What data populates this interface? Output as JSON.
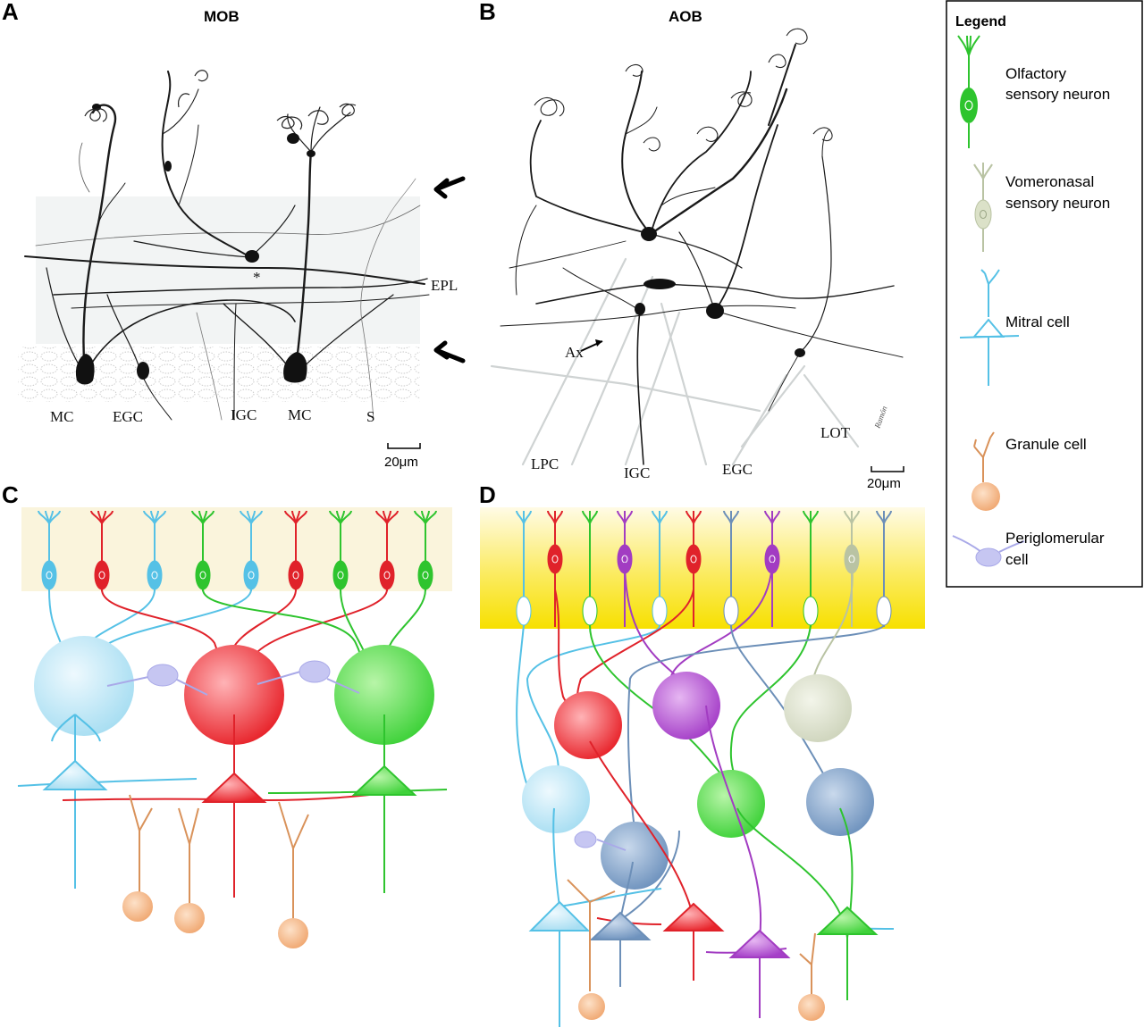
{
  "panels": {
    "a": {
      "label": "A",
      "title": "MOB"
    },
    "b": {
      "label": "B",
      "title": "AOB"
    },
    "c": {
      "label": "C"
    },
    "d": {
      "label": "D"
    }
  },
  "panel_a_labels": {
    "epl": "EPL",
    "asterisk": "*",
    "mc1": "MC",
    "egc": "EGC",
    "igc": "IGC",
    "mc2": "MC",
    "s": "S",
    "scale": "20μm"
  },
  "panel_b_labels": {
    "ax": "Ax",
    "lpc": "LPC",
    "igc": "IGC",
    "egc": "EGC",
    "lot": "LOT",
    "scale": "20μm"
  },
  "legend": {
    "title": "Legend",
    "items": [
      {
        "line1": "Olfactory",
        "line2": "sensory neuron"
      },
      {
        "line1": "Vomeronasal",
        "line2": "sensory neuron"
      },
      {
        "line1": "Mitral cell",
        "line2": ""
      },
      {
        "line1": "Granule cell",
        "line2": ""
      },
      {
        "line1": "Periglomerular",
        "line2": "cell"
      }
    ]
  },
  "colors": {
    "osn_green": "#2ec42e",
    "vsn_tan": "#b9c3a3",
    "mitral_cyan": "#55c1e6",
    "granule_orange": "#d9925a",
    "granule_soma": "#f4b98a",
    "periglomerular": "#a9a9e8",
    "red": "#e0222a",
    "purple": "#a23cc2",
    "steel_blue": "#6c8fb8",
    "epithelium_c": "#faf4dc",
    "epithelium_d": "#f7e300"
  }
}
